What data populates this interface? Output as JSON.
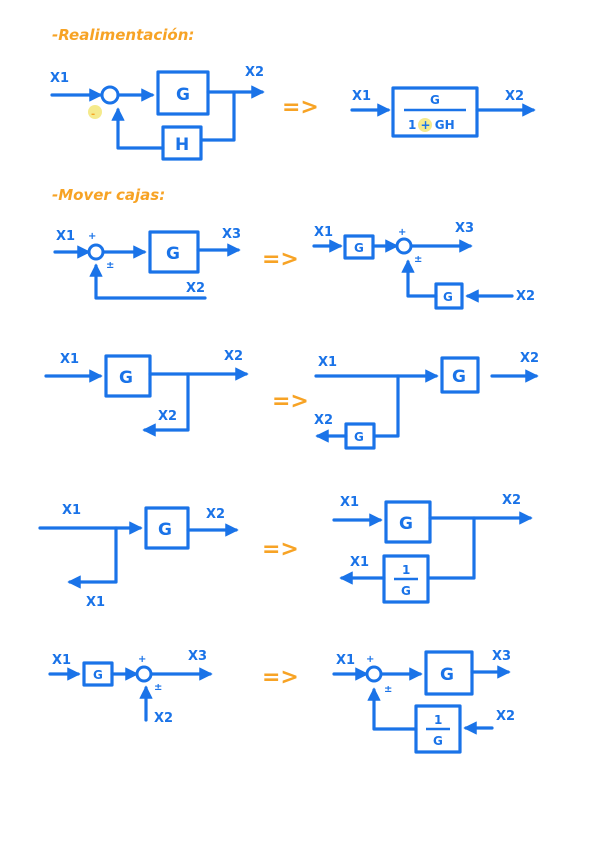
{
  "colors": {
    "ink": "#1a73e8",
    "accent": "#f7a325",
    "highlight": "#f5ea8c"
  },
  "headings": {
    "feedback": "-Realimentación:",
    "move_blocks": "-Mover cajas:"
  },
  "arrow": "=>",
  "labels": {
    "x1": "X1",
    "x2": "X2",
    "x3": "X3"
  },
  "blocks": {
    "G": "G",
    "H": "H",
    "frac_num_G": "G",
    "frac_den_GH": "1 + GH",
    "inv_num": "1",
    "inv_den": "G"
  },
  "signs": {
    "plus": "+",
    "minus": "-",
    "pm": "±"
  }
}
